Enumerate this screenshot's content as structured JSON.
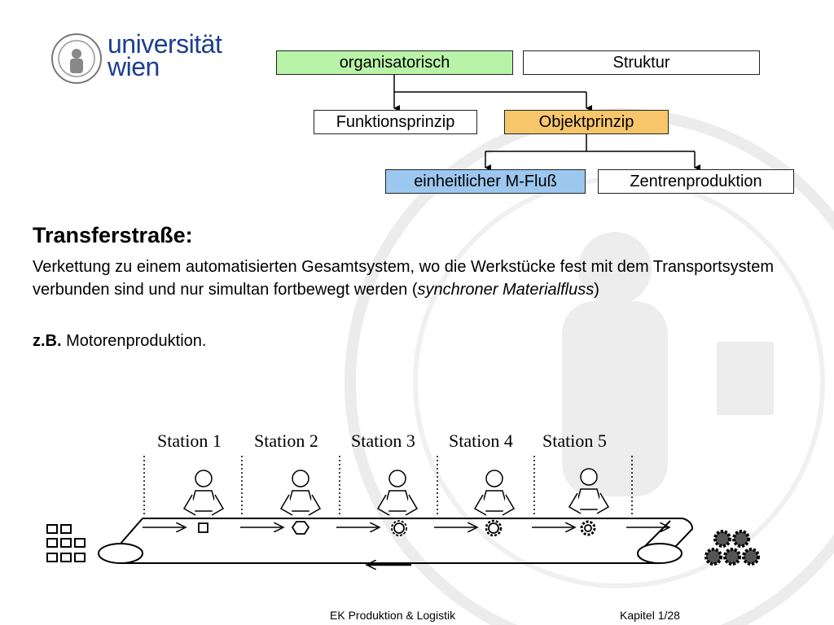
{
  "logo": {
    "line1": "universität",
    "line2": "wien"
  },
  "tree": {
    "organisatorisch": "organisatorisch",
    "struktur": "Struktur",
    "funktionsprinzip": "Funktionsprinzip",
    "objektprinzip": "Objektprinzip",
    "einheitlich": "einheitlicher M-Fluß",
    "zentren": "Zentrenproduktion"
  },
  "content": {
    "heading": "Transferstraße:",
    "desc_before": "Verkettung zu einem automatisierten Gesamtsystem, wo die Werkstücke fest mit dem Transportsystem verbunden sind und nur simultan fortbewegt werden (",
    "desc_italic": "synchroner Materialfluss",
    "desc_after": ")",
    "example_bold": "z.B.",
    "example_text": " Motorenproduktion."
  },
  "stations": [
    "Station 1",
    "Station 2",
    "Station 3",
    "Station 4",
    "Station 5"
  ],
  "footer": {
    "left": "EK Produktion & Logistik",
    "right": "Kapitel 1/28"
  },
  "colors": {
    "organisatorisch": "#b9f3a8",
    "objektprinzip": "#f7c66b",
    "einheitlich": "#9cc7ee",
    "logo": "#1c3f8f"
  }
}
